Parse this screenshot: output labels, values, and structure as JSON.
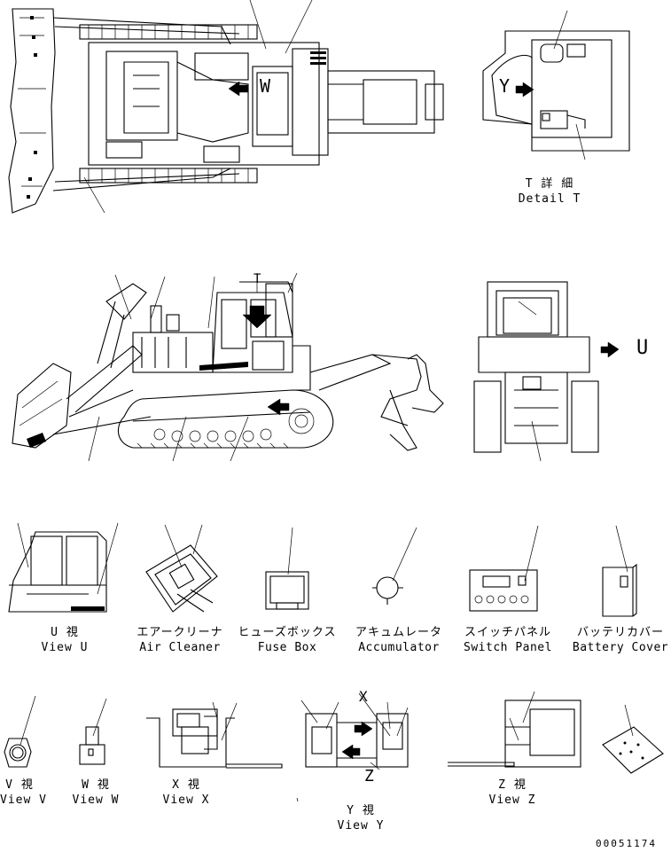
{
  "labels": {
    "detail_t_jp": "T 詳 細",
    "detail_t_en": "Detail T",
    "view_u_jp": "U  視",
    "view_u_en": "View U",
    "air_cleaner_jp": "エアークリーナ",
    "air_cleaner_en": "Air Cleaner",
    "fuse_box_jp": "ヒューズボックス",
    "fuse_box_en": "Fuse Box",
    "accumulator_jp": "アキュムレータ",
    "accumulator_en": "Accumulator",
    "switch_panel_jp": "スイッチパネル",
    "switch_panel_en": "Switch Panel",
    "battery_cover_jp": "バッテリカバー",
    "battery_cover_en": "Battery Cover",
    "view_v_jp": "V  視",
    "view_v_en": "View V",
    "view_w_jp": "W  視",
    "view_w_en": "View W",
    "view_x_jp": "X  視",
    "view_x_en": "View X",
    "view_y_jp": "Y  視",
    "view_y_en": "View Y",
    "view_z_jp": "Z  視",
    "view_z_en": "View Z"
  },
  "callouts": {
    "w": "W",
    "y": "Y",
    "u": "U",
    "x": "X",
    "z": "Z",
    "t": "T"
  },
  "part_number": "00051174"
}
